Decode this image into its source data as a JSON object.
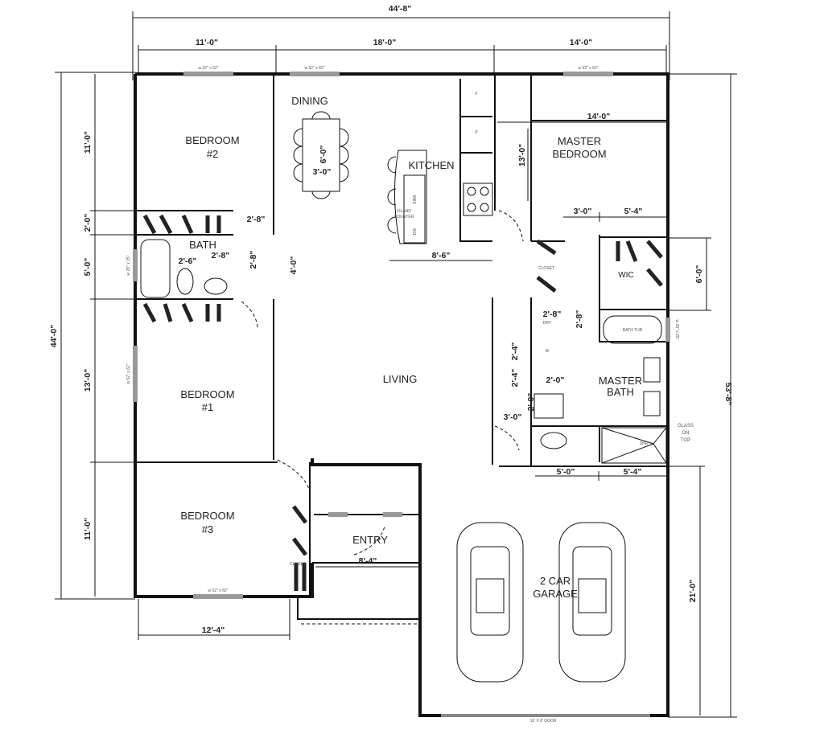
{
  "rooms": {
    "bedroom2": [
      "BEDROOM",
      "#2"
    ],
    "dining": "DINING",
    "kitchen": "KITCHEN",
    "master_bedroom": [
      "MASTER",
      "BEDROOM"
    ],
    "bath": "BATH",
    "wic": "WIC",
    "living": "LIVING",
    "bedroom1": [
      "BEDROOM",
      "#1"
    ],
    "master_bath": [
      "MASTER",
      "BATH"
    ],
    "bedroom3": [
      "BEDROOM",
      "#3"
    ],
    "entry": "ENTRY",
    "garage": [
      "2 CAR",
      "GARAGE"
    ]
  },
  "dimensions": {
    "overall_width": "44'-8\"",
    "top_bedroom": "11'-0\"",
    "top_living": "18'-0\"",
    "top_master": "14'-0\"",
    "master_inner": "14'-0\"",
    "left_overall": "44'-0\"",
    "left_bed2": "11'-0\"",
    "left_closet": "2'-0\"",
    "left_bath": "5'-0\"",
    "left_bed1": "13'-0\"",
    "left_bed3": "11'-0\"",
    "right_overall": "53'-8\"",
    "right_garage": "21'-0\"",
    "right_wic": "6'-0\"",
    "master_13": "13'-0\"",
    "master_3": "3'-0\"",
    "master_54": "5'-4\"",
    "table_len": "6'-0\"",
    "table_w": "3'-0\"",
    "island": "8'-6\"",
    "bath_door": "2'-8\"",
    "bath_26": "2'-6\"",
    "bath_28": "2'-8\"",
    "bath_28v": "2'-8\"",
    "hall": "4'-0\"",
    "laundry_28": "2'-8\"",
    "laundry_28v": "2'-8\"",
    "laundry_24a": "2'-4\"",
    "laundry_24b": "2'-4\"",
    "laundry_20": "2'-0\"",
    "laundry_20v": "2'-0\"",
    "wc_30": "3'-0\"",
    "mb_50": "5'-0\"",
    "mb_54": "5'-4\"",
    "entry_84": "8'-4\"",
    "bottom_bed3": "12'-4\""
  },
  "notes": {
    "window": "w 52\" x 62\"",
    "window_small": "w 28\" x 25\"",
    "fridge": "F",
    "pantry": "P",
    "sink": "SINK",
    "dw": "DW",
    "island_counter": [
      "ISLAND",
      "COUNTER"
    ],
    "bath_tub": "BATH TUB",
    "washer": "W",
    "dryer": "DRY",
    "closet": "CLOSET",
    "glass_on_top": [
      "GLASS",
      "ON",
      "TOP"
    ],
    "garage_door": "16' X 8' DOOR",
    "shower": "SHR"
  }
}
